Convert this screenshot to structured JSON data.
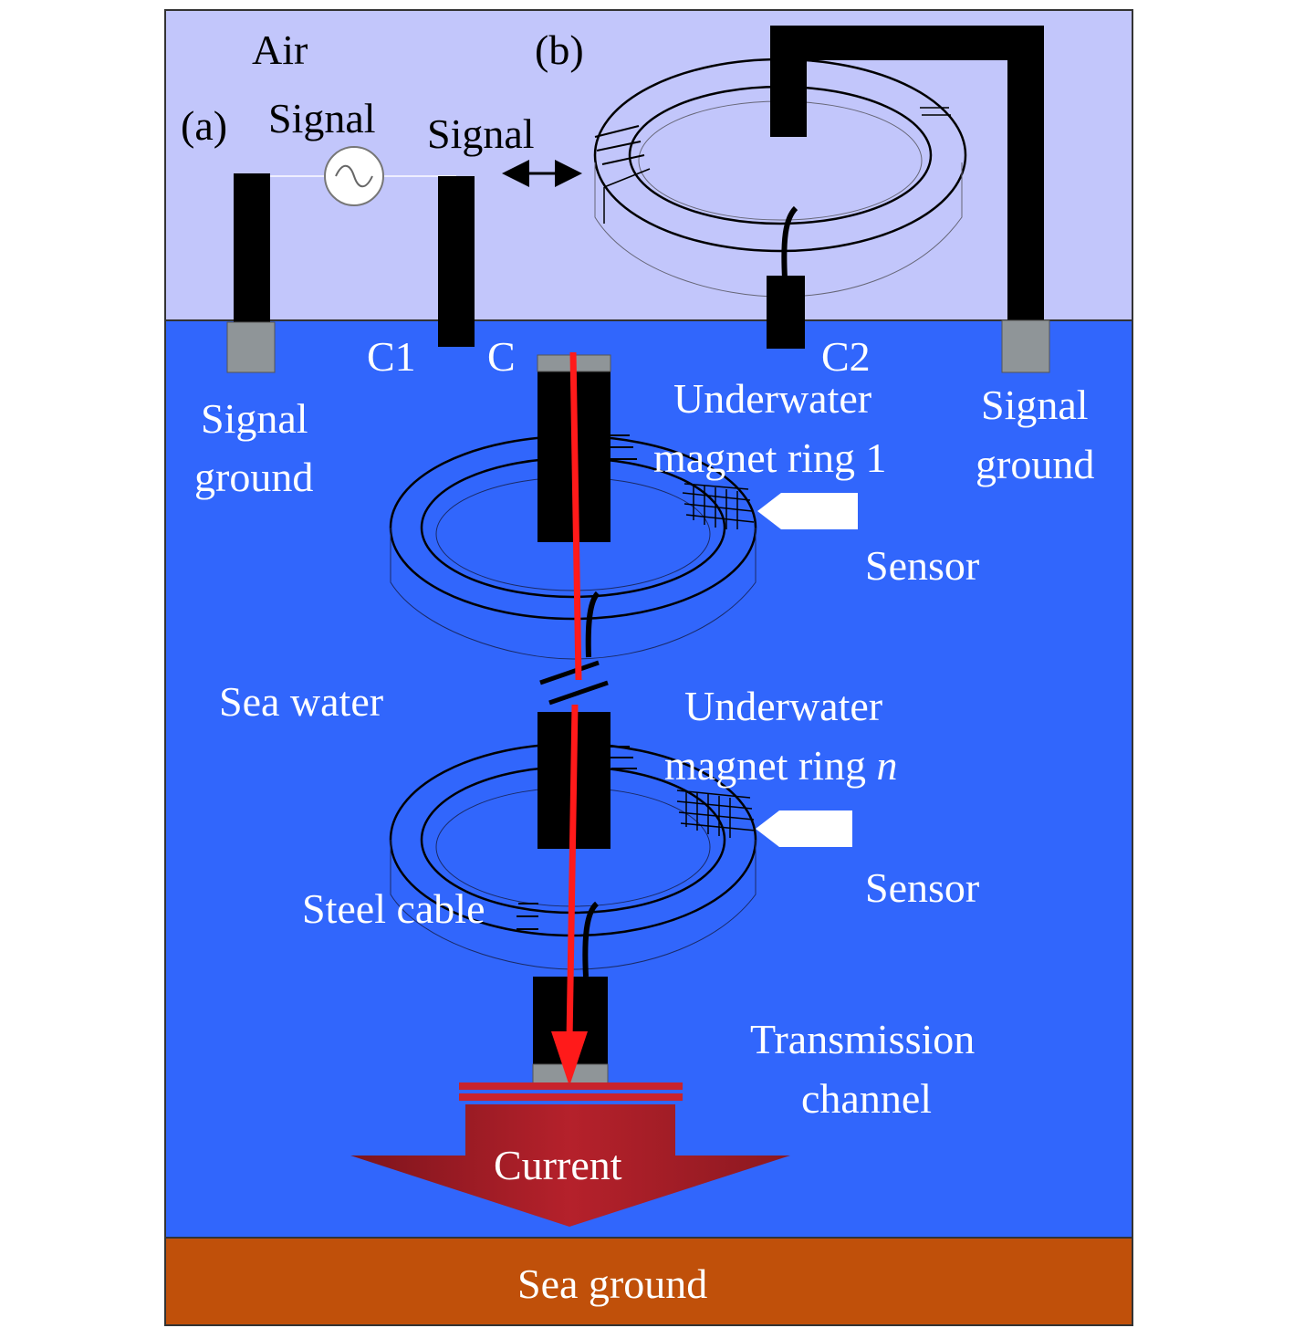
{
  "colors": {
    "air": "#c2c6fb",
    "sea_water": "#3166fc",
    "sea_ground": "#c0500a",
    "electrode": "#000000",
    "electrode_cap": "#8f9598",
    "current_path": "#ff1a1a",
    "current_arrow": "#a31c25",
    "sensor": "#ffffff"
  },
  "labels": {
    "air": "Air",
    "panel_a": "(a)",
    "panel_b": "(b)",
    "signal_source": "Signal",
    "signal_coupling": "Signal",
    "signal_ground_left_1": "Signal",
    "signal_ground_left_2": "ground",
    "signal_ground_right_1": "Signal",
    "signal_ground_right_2": "ground",
    "c1": "C1",
    "c": "C",
    "c2": "C2",
    "ring1_line1": "Underwater",
    "ring1_line2": "magnet ring 1",
    "ringn_line1": "Underwater",
    "ringn_line2_prefix": "magnet ring ",
    "ringn_line2_var": "n",
    "sensor_1": "Sensor",
    "sensor_n": "Sensor",
    "sea_water": "Sea water",
    "steel_cable": "Steel cable",
    "transmission_1": "Transmission",
    "transmission_2": "channel",
    "current": "Current",
    "sea_ground": "Sea ground"
  },
  "icons": {
    "ac_source": "ac-source-icon",
    "coupling": "double-arrow-icon",
    "sensor": "sensor-pointer-icon"
  }
}
